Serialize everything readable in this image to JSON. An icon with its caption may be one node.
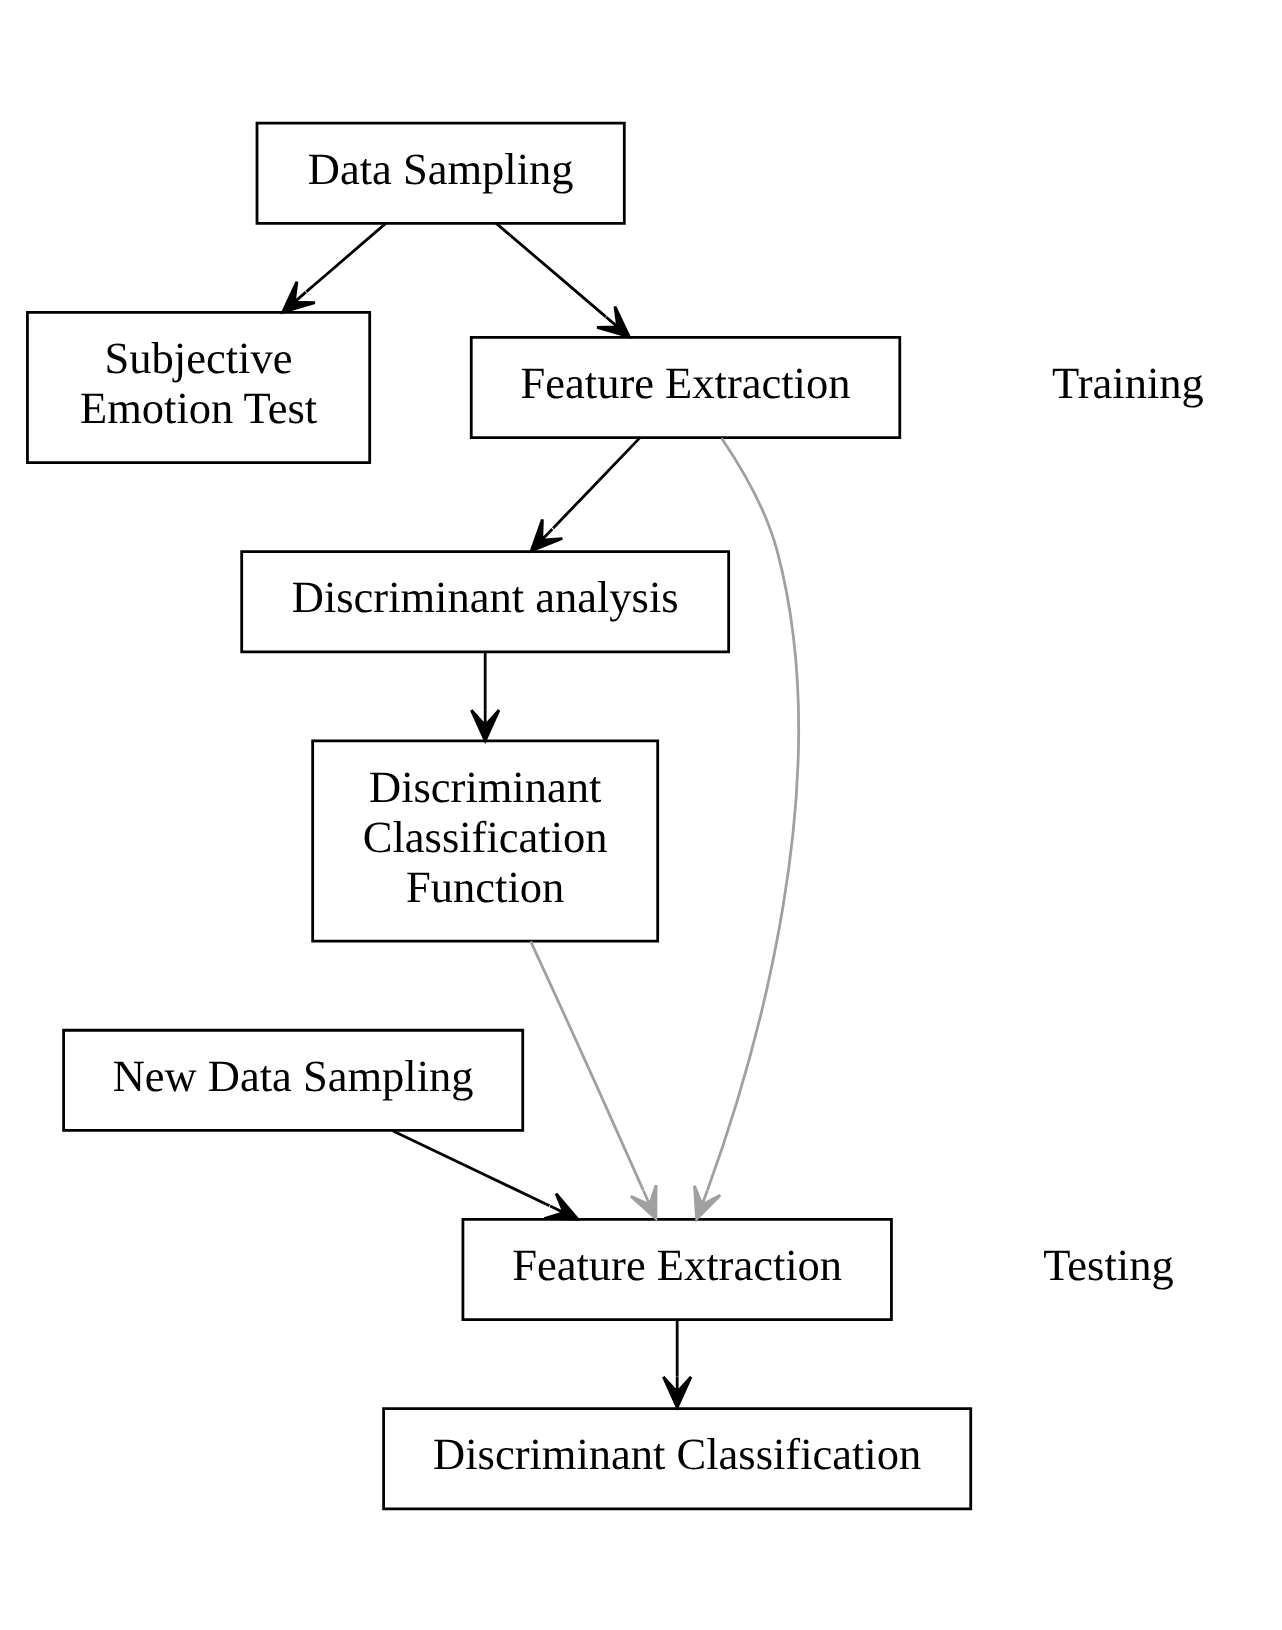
{
  "diagram": {
    "nodes": [
      {
        "text": [
          "Data Sampling"
        ]
      },
      {
        "text": [
          "Subjective Emotion Test"
        ]
      },
      {
        "text": [
          "Feature Extraction"
        ]
      },
      {
        "text": [
          "Discriminant analysis"
        ]
      },
      {
        "text": [
          "Discriminant Classification Function"
        ]
      },
      {
        "text": [
          "New Data Sampling"
        ]
      },
      {
        "text": [
          "Feature Extraction"
        ]
      },
      {
        "text": [
          "Discriminant Classification"
        ]
      }
    ],
    "edges": [
      {
        "from": 0,
        "to": 1,
        "arrow": "to"
      },
      {
        "from": 0,
        "to": 2,
        "arrow": "to"
      },
      {
        "from": 2,
        "to": 3,
        "arrow": "to"
      },
      {
        "from": 3,
        "to": 4,
        "arrow": "to"
      },
      {
        "from": 2,
        "to": 6,
        "arrow": "to",
        "color": "#a0a0a0"
      },
      {
        "from": 4,
        "to": 6,
        "arrow": "to",
        "color": "#a0a0a0"
      },
      {
        "from": 5,
        "to": 6,
        "arrow": "to"
      },
      {
        "from": 6,
        "to": 7,
        "arrow": "to"
      }
    ],
    "labels": [
      "Training",
      "Testing"
    ]
  }
}
